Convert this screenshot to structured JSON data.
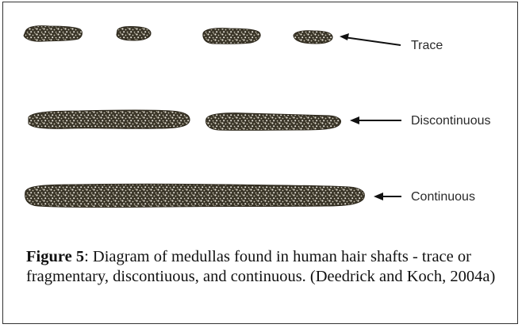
{
  "diagram": {
    "labels": {
      "trace": "Trace",
      "discontinuous": "Discontinuous",
      "continuous": "Continuous"
    },
    "colors": {
      "medulla_base": "#3a3528",
      "medulla_speck": "#e8e4d8",
      "arrow": "#111111"
    }
  },
  "caption": {
    "figure_label": "Figure 5",
    "text": ": Diagram of medullas found in human hair shafts - trace or fragmentary, discontiuous, and continuous. (Deedrick and Koch, 2004a)"
  }
}
